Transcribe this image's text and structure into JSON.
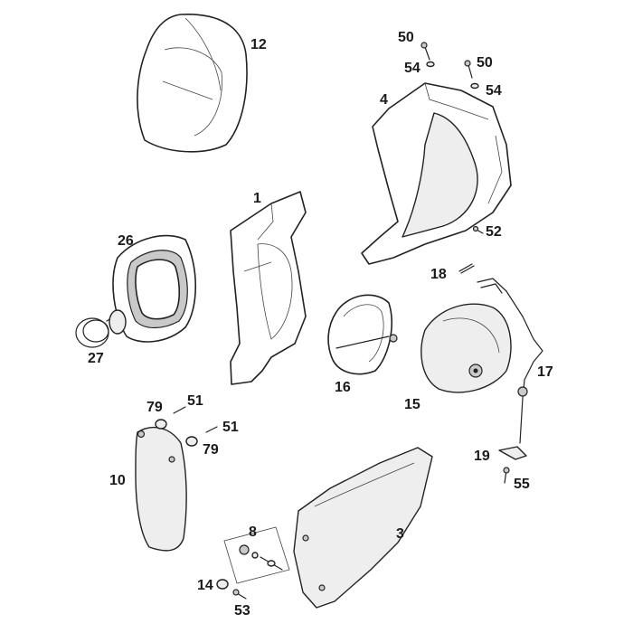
{
  "callouts": {
    "p12": "12",
    "p50a": "50",
    "p54a": "54",
    "p50b": "50",
    "p54b": "54",
    "p4": "4",
    "p1": "1",
    "p26": "26",
    "p52": "52",
    "p18": "18",
    "p27": "27",
    "p16": "16",
    "p17": "17",
    "p15": "15",
    "p79a": "79",
    "p51a": "51",
    "p51b": "51",
    "p79b": "79",
    "p10": "10",
    "p19": "19",
    "p55": "55",
    "p8": "8",
    "p3": "3",
    "p14": "14",
    "p53": "53"
  }
}
